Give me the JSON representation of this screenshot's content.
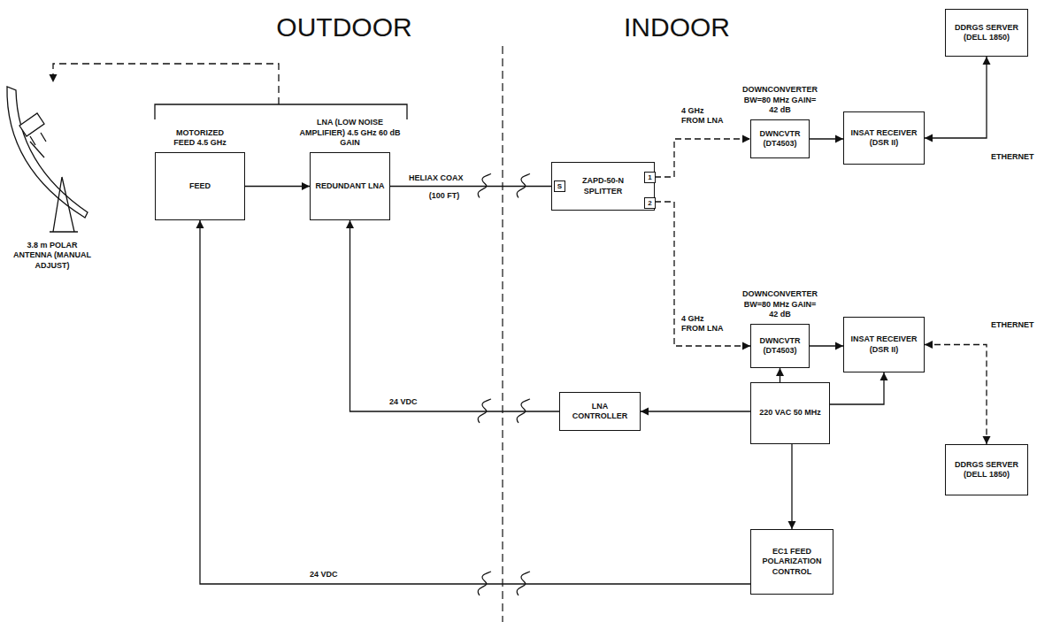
{
  "diagram": {
    "nodes": [
      {
        "text": [
          "MOTORIZED FEED 4.5 GHz",
          "FEED"
        ]
      },
      {
        "text": [
          "LNA (LOW NOISE AMPLIFIER) 4.5 GHz 60 dB GAIN",
          "REDUNDANT LNA"
        ]
      },
      {
        "text": [
          "ZAPD-50-N SPLITTER"
        ]
      },
      {
        "text": [
          "DDRGS SERVER (DELL 1850)"
        ]
      },
      {
        "text": [
          "DOWNCONVERTER BW=80 MHz GAIN= 42 dB",
          "DWNCVTR (DT4503)"
        ]
      },
      {
        "text": [
          "INSAT RECEIVER (DSR II)"
        ]
      },
      {
        "text": [
          "DOWNCONVERTER BW=80 MHz GAIN= 42 dB",
          "DWNCVTR (DT4503)"
        ]
      },
      {
        "text": [
          "INSAT RECEIVER (DSR II)"
        ]
      },
      {
        "text": [
          "LNA CONTROLLER"
        ]
      },
      {
        "text": [
          "220 VAC 50 MHz"
        ]
      },
      {
        "text": [
          "DDRGS SERVER (DELL 1850)"
        ]
      },
      {
        "text": [
          "EC1 FEED POLARIZATION CONTROL"
        ]
      }
    ],
    "edges": [
      {
        "from": 0,
        "to": 1,
        "arrow": "to"
      },
      {
        "from": 1,
        "to": 2,
        "label": "HELIAX COAX",
        "arrow": "none"
      },
      {
        "from": 2,
        "to": 4,
        "label": "4 GHz FROM LNA",
        "arrow": "to"
      },
      {
        "from": 2,
        "to": 6,
        "label": "4 GHz FROM LNA",
        "arrow": "to"
      },
      {
        "from": 4,
        "to": 5,
        "arrow": "to"
      },
      {
        "from": 6,
        "to": 7,
        "arrow": "to"
      },
      {
        "from": 5,
        "to": 3,
        "label": "ETHERNET",
        "arrow": "both"
      },
      {
        "from": 7,
        "to": 10,
        "label": "ETHERNET",
        "arrow": "both"
      },
      {
        "from": 9,
        "to": 6,
        "arrow": "to"
      },
      {
        "from": 9,
        "to": 7,
        "arrow": "to"
      },
      {
        "from": 9,
        "to": 8,
        "arrow": "to"
      },
      {
        "from": 9,
        "to": 11,
        "arrow": "to"
      },
      {
        "from": 8,
        "to": 1,
        "label": "24 VDC",
        "arrow": "to"
      },
      {
        "from": 11,
        "to": 0,
        "label": "24 VDC",
        "arrow": "to"
      }
    ],
    "labels": [
      "OUTDOOR",
      "INDOOR",
      "3.8 m POLAR ANTENNA (MANUAL ADJUST)",
      "(100 FT)",
      "S",
      "1",
      "2"
    ]
  }
}
